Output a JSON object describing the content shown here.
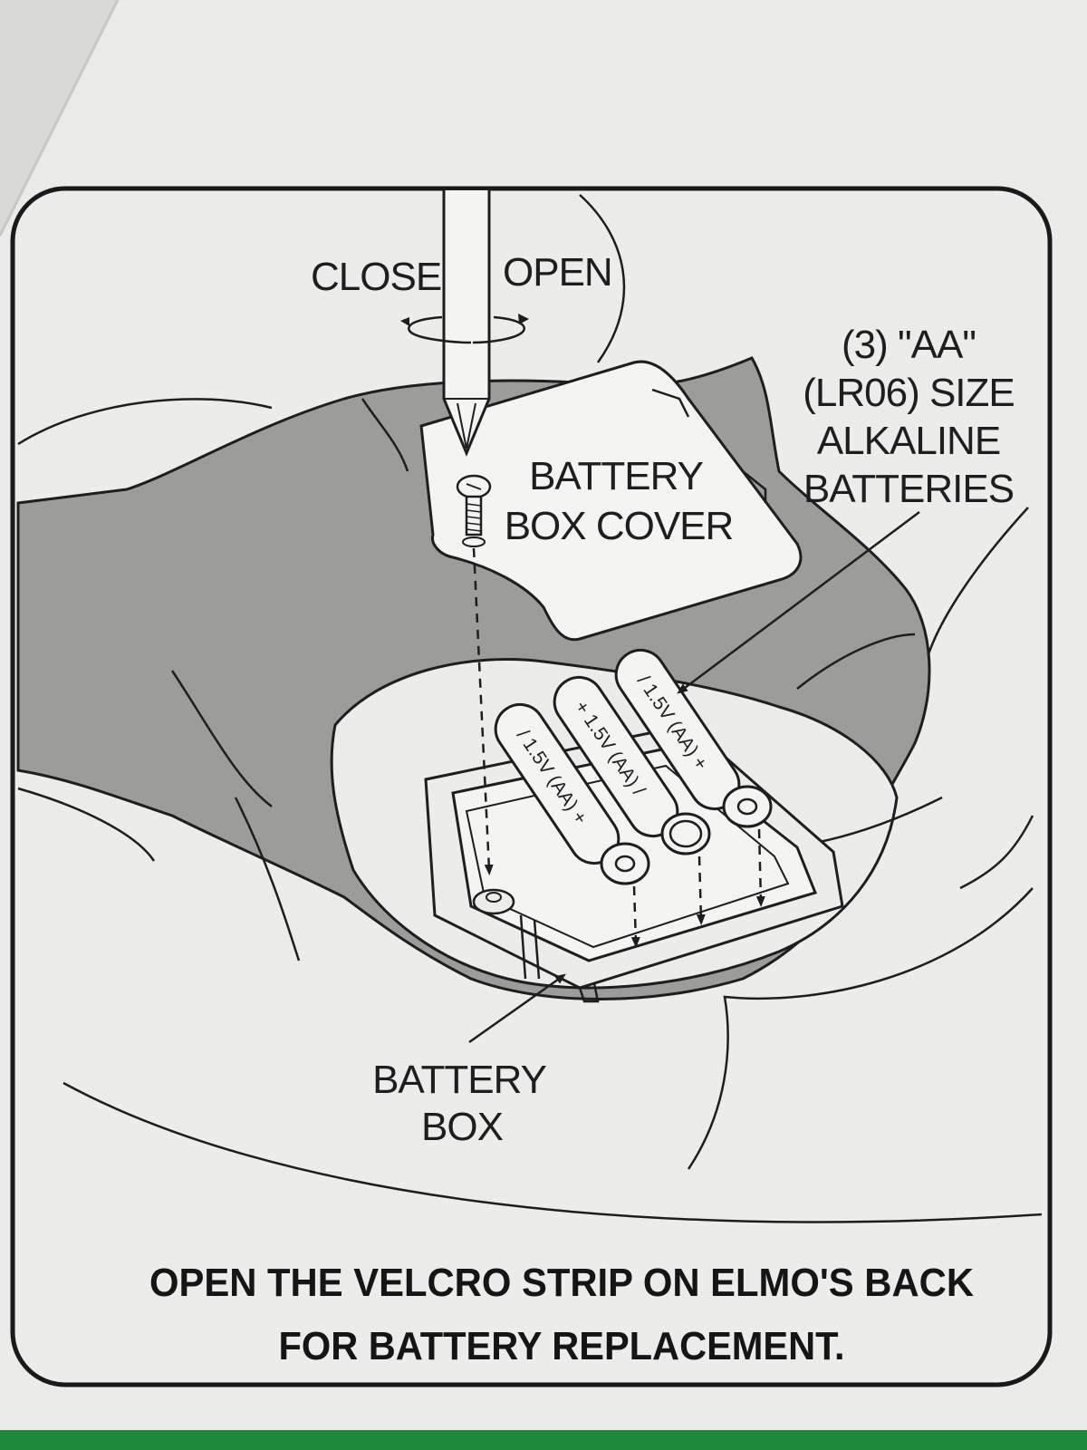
{
  "diagram": {
    "labels": {
      "close": "CLOSE",
      "open": "OPEN",
      "battery_type_line1": "(3) \"AA\"",
      "battery_type_line2": "(LR06) SIZE",
      "battery_type_line3": "ALKALINE",
      "battery_type_line4": "BATTERIES",
      "cover_line1": "BATTERY",
      "cover_line2": "BOX COVER",
      "box_line1": "BATTERY",
      "box_line2": "BOX"
    },
    "battery_marks": {
      "b1": "/ 1.5V (AA) +",
      "b2": "+ 1.5V (AA) /",
      "b3": "/ 1.5V (AA) +"
    },
    "caption": {
      "line1": "OPEN THE VELCRO STRIP ON ELMO'S BACK",
      "line2": "FOR BATTERY REPLACEMENT."
    },
    "colors": {
      "paper": "#ebebe9",
      "fur": "#9c9c9a",
      "ink": "#1e1e1e",
      "green_strip": "#1f8a3c"
    }
  }
}
